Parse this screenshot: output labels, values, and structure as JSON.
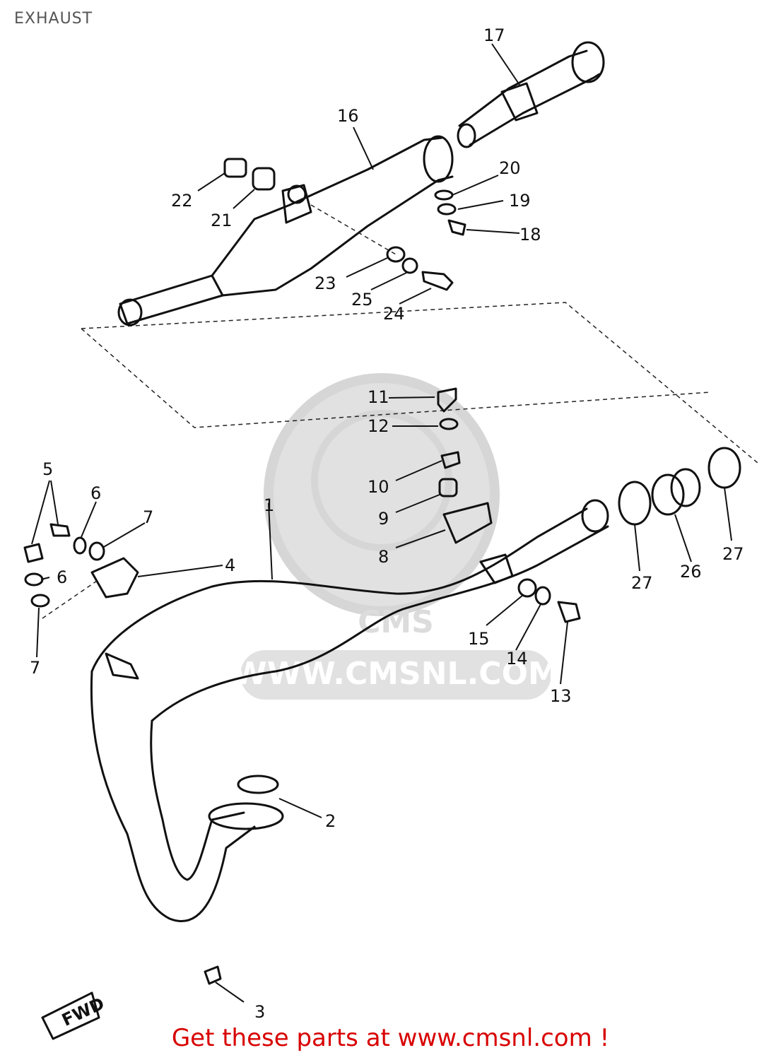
{
  "diagram": {
    "title": "EXHAUST",
    "watermark_text": "WWW.CMSNL.COM",
    "watermark_logo": "CMS",
    "fwd_label": "FWD",
    "footer": "Get these parts at www.cmsnl.com !",
    "callouts": [
      "1",
      "2",
      "3",
      "4",
      "5",
      "6",
      "6",
      "7",
      "7",
      "8",
      "9",
      "10",
      "11",
      "12",
      "13",
      "14",
      "15",
      "16",
      "17",
      "18",
      "19",
      "20",
      "21",
      "22",
      "23",
      "24",
      "25",
      "26",
      "27",
      "27"
    ],
    "colors": {
      "ink": "#111111",
      "footer": "#d80000",
      "watermark": "#dcdcdc",
      "title": "#555555"
    }
  }
}
